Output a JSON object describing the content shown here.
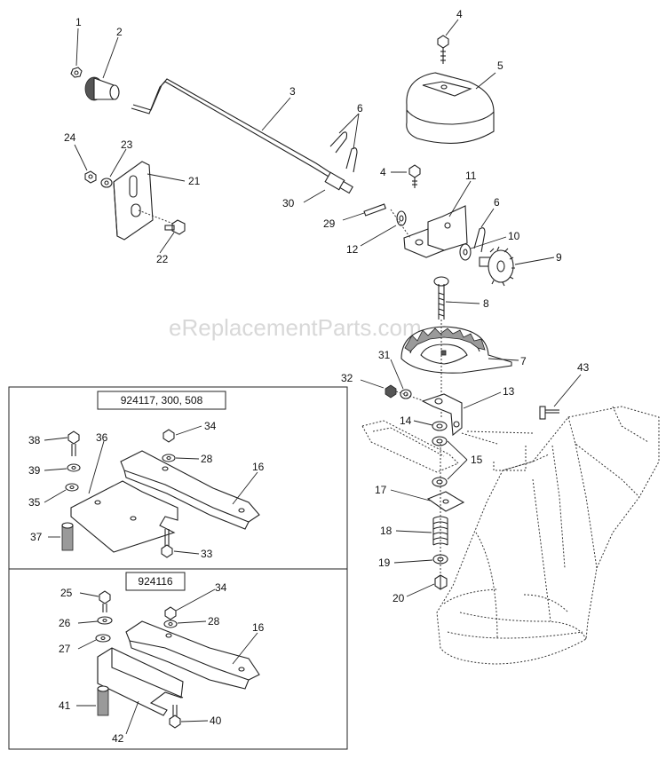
{
  "watermark": "eReplacementParts.com",
  "labels": [
    {
      "key": "1",
      "text": "1"
    },
    {
      "key": "2",
      "text": "2"
    },
    {
      "key": "3",
      "text": "3"
    },
    {
      "key": "4a",
      "text": "4"
    },
    {
      "key": "4b",
      "text": "4"
    },
    {
      "key": "5",
      "text": "5"
    },
    {
      "key": "6a",
      "text": "6"
    },
    {
      "key": "6b",
      "text": "6"
    },
    {
      "key": "7",
      "text": "7"
    },
    {
      "key": "8",
      "text": "8"
    },
    {
      "key": "9",
      "text": "9"
    },
    {
      "key": "10",
      "text": "10"
    },
    {
      "key": "11",
      "text": "11"
    },
    {
      "key": "12",
      "text": "12"
    },
    {
      "key": "13",
      "text": "13"
    },
    {
      "key": "14",
      "text": "14"
    },
    {
      "key": "15",
      "text": "15"
    },
    {
      "key": "16a",
      "text": "16"
    },
    {
      "key": "16b",
      "text": "16"
    },
    {
      "key": "17",
      "text": "17"
    },
    {
      "key": "18",
      "text": "18"
    },
    {
      "key": "19",
      "text": "19"
    },
    {
      "key": "20",
      "text": "20"
    },
    {
      "key": "21",
      "text": "21"
    },
    {
      "key": "22",
      "text": "22"
    },
    {
      "key": "23",
      "text": "23"
    },
    {
      "key": "24",
      "text": "24"
    },
    {
      "key": "25",
      "text": "25"
    },
    {
      "key": "26",
      "text": "26"
    },
    {
      "key": "27",
      "text": "27"
    },
    {
      "key": "28a",
      "text": "28"
    },
    {
      "key": "28b",
      "text": "28"
    },
    {
      "key": "29",
      "text": "29"
    },
    {
      "key": "30",
      "text": "30"
    },
    {
      "key": "31",
      "text": "31"
    },
    {
      "key": "32",
      "text": "32"
    },
    {
      "key": "33",
      "text": "33"
    },
    {
      "key": "34a",
      "text": "34"
    },
    {
      "key": "34b",
      "text": "34"
    },
    {
      "key": "35",
      "text": "35"
    },
    {
      "key": "36",
      "text": "36"
    },
    {
      "key": "37",
      "text": "37"
    },
    {
      "key": "38",
      "text": "38"
    },
    {
      "key": "39",
      "text": "39"
    },
    {
      "key": "40",
      "text": "40"
    },
    {
      "key": "41",
      "text": "41"
    },
    {
      "key": "42",
      "text": "42"
    },
    {
      "key": "43",
      "text": "43"
    }
  ],
  "inset_top": {
    "title": "924117, 300, 508"
  },
  "inset_bottom": {
    "title": "924116"
  }
}
